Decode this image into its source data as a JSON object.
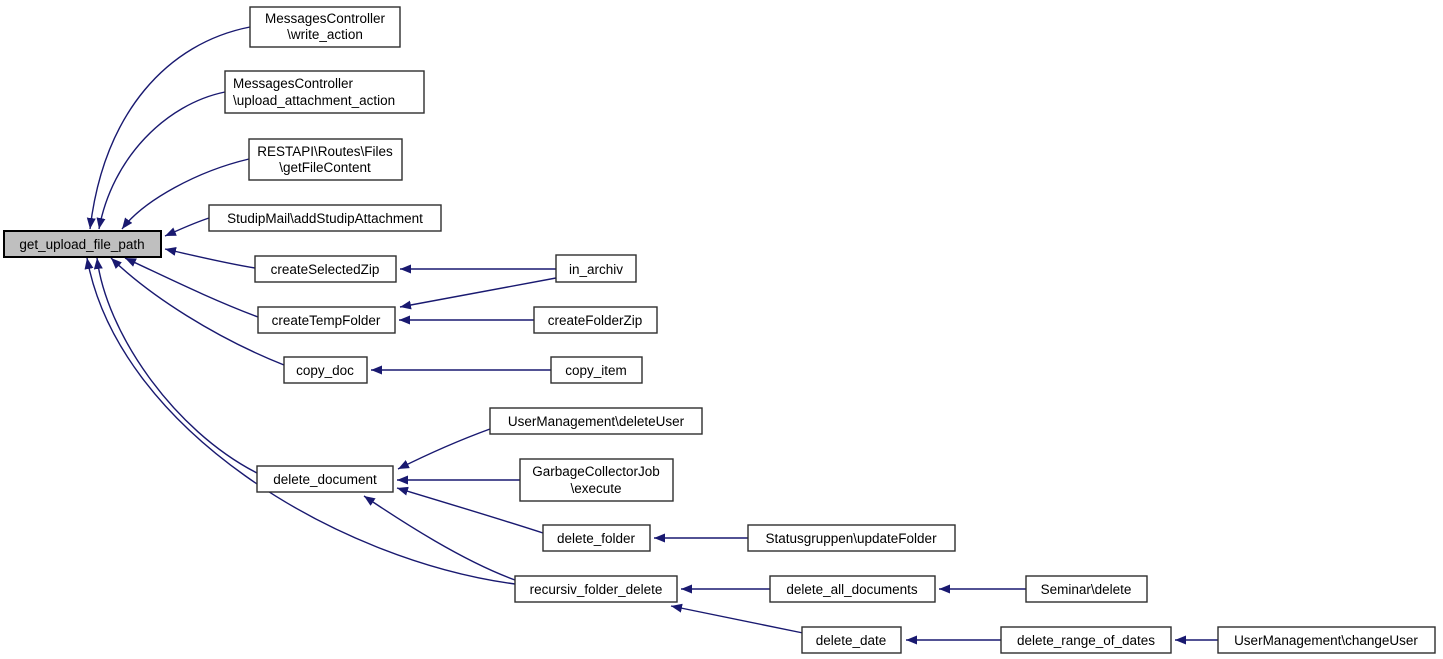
{
  "diagram": {
    "type": "caller-graph",
    "focus_function": "get_upload_file_path",
    "colors": {
      "edge": "#191970",
      "node_border": "#2e2e2e",
      "node_fill": "#ffffff",
      "highlight_fill": "#bfbfbf",
      "highlight_border": "#000000",
      "text": "#000000",
      "background": "#ffffff"
    },
    "nodes": {
      "get_upload_file_path": {
        "label": "get_upload_file_path",
        "highlighted": true
      },
      "messages_write_action": {
        "line1": "MessagesController",
        "line2": "\\write_action"
      },
      "messages_upload_attachment_action": {
        "line1": "MessagesController",
        "line2": "\\upload_attachment_action"
      },
      "restapi_getfilecontent": {
        "line1": "RESTAPI\\Routes\\Files",
        "line2": "\\getFileContent"
      },
      "studipmail_addstudipattachment": {
        "label": "StudipMail\\addStudipAttachment"
      },
      "createselectedzip": {
        "label": "createSelectedZip"
      },
      "createtempfolder": {
        "label": "createTempFolder"
      },
      "copy_doc": {
        "label": "copy_doc"
      },
      "in_archiv": {
        "label": "in_archiv"
      },
      "createfolderzip": {
        "label": "createFolderZip"
      },
      "copy_item": {
        "label": "copy_item"
      },
      "usermanagement_deleteuser": {
        "label": "UserManagement\\deleteUser"
      },
      "garbagecollectorjob_execute": {
        "line1": "GarbageCollectorJob",
        "line2": "\\execute"
      },
      "delete_document": {
        "label": "delete_document"
      },
      "delete_folder": {
        "label": "delete_folder"
      },
      "statusgruppen_updatefolder": {
        "label": "Statusgruppen\\updateFolder"
      },
      "recursiv_folder_delete": {
        "label": "recursiv_folder_delete"
      },
      "delete_all_documents": {
        "label": "delete_all_documents"
      },
      "seminar_delete": {
        "label": "Seminar\\delete"
      },
      "delete_date": {
        "label": "delete_date"
      },
      "delete_range_of_dates": {
        "label": "delete_range_of_dates"
      },
      "usermanagement_changeuser": {
        "label": "UserManagement\\changeUser"
      }
    },
    "edges": [
      {
        "from": "messages_write_action",
        "to": "get_upload_file_path"
      },
      {
        "from": "messages_upload_attachment_action",
        "to": "get_upload_file_path"
      },
      {
        "from": "restapi_getfilecontent",
        "to": "get_upload_file_path"
      },
      {
        "from": "studipmail_addstudipattachment",
        "to": "get_upload_file_path"
      },
      {
        "from": "createselectedzip",
        "to": "get_upload_file_path"
      },
      {
        "from": "createtempfolder",
        "to": "get_upload_file_path"
      },
      {
        "from": "copy_doc",
        "to": "get_upload_file_path"
      },
      {
        "from": "delete_document",
        "to": "get_upload_file_path"
      },
      {
        "from": "recursiv_folder_delete",
        "to": "get_upload_file_path"
      },
      {
        "from": "in_archiv",
        "to": "createselectedzip"
      },
      {
        "from": "in_archiv",
        "to": "createtempfolder"
      },
      {
        "from": "createfolderzip",
        "to": "createtempfolder"
      },
      {
        "from": "copy_item",
        "to": "copy_doc"
      },
      {
        "from": "usermanagement_deleteuser",
        "to": "delete_document"
      },
      {
        "from": "garbagecollectorjob_execute",
        "to": "delete_document"
      },
      {
        "from": "delete_folder",
        "to": "delete_document"
      },
      {
        "from": "recursiv_folder_delete",
        "to": "delete_document"
      },
      {
        "from": "statusgruppen_updatefolder",
        "to": "delete_folder"
      },
      {
        "from": "delete_all_documents",
        "to": "recursiv_folder_delete"
      },
      {
        "from": "delete_date",
        "to": "recursiv_folder_delete"
      },
      {
        "from": "seminar_delete",
        "to": "delete_all_documents"
      },
      {
        "from": "delete_range_of_dates",
        "to": "delete_date"
      },
      {
        "from": "usermanagement_changeuser",
        "to": "delete_range_of_dates"
      }
    ]
  }
}
